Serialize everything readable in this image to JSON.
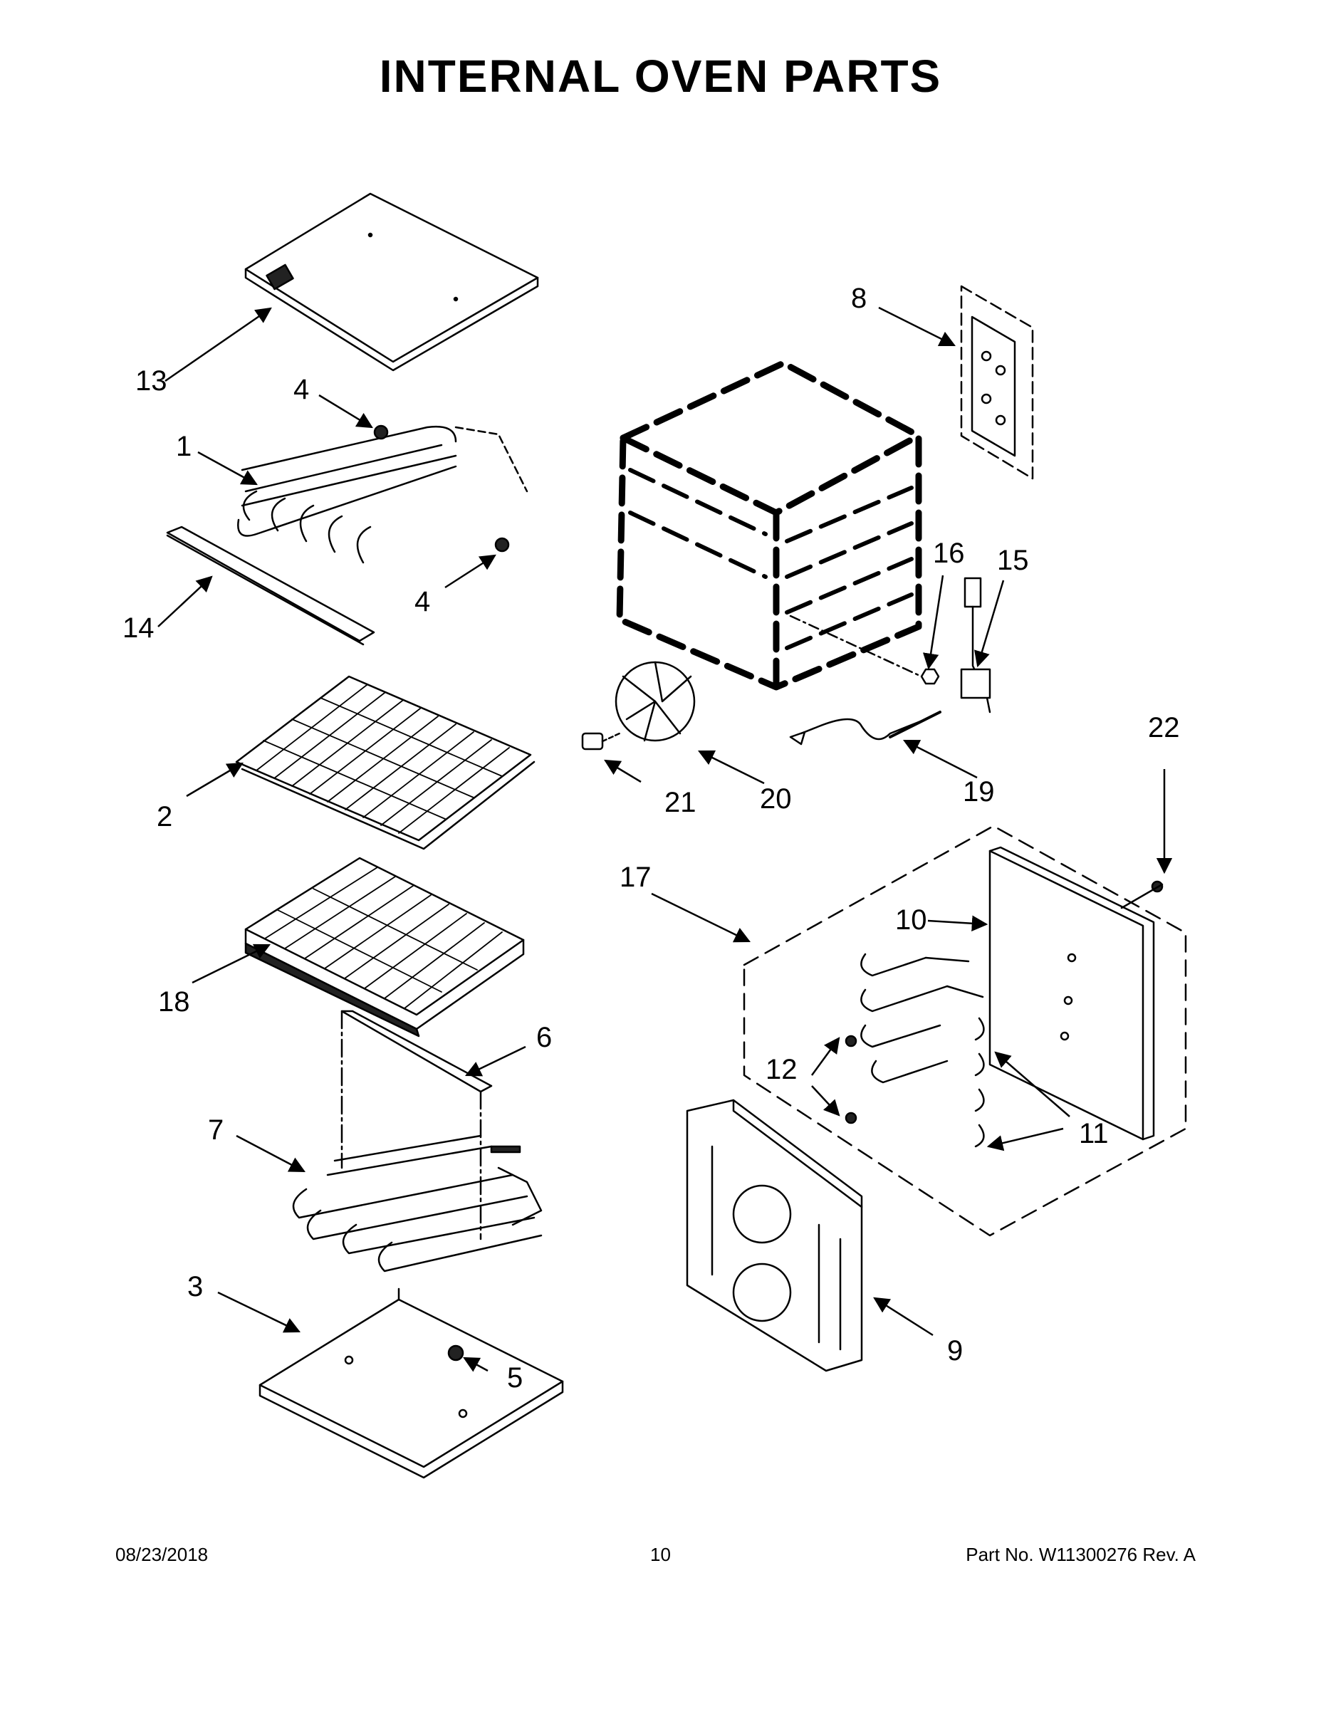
{
  "title": "INTERNAL OVEN PARTS",
  "footer": {
    "date": "08/23/2018",
    "page": "10",
    "part_no": "Part No.  W11300276  Rev.  A"
  },
  "callouts": [
    "1",
    "2",
    "3",
    "4",
    "4",
    "5",
    "6",
    "7",
    "8",
    "9",
    "10",
    "11",
    "11",
    "12",
    "12",
    "13",
    "14",
    "15",
    "16",
    "17",
    "18",
    "19",
    "20",
    "21",
    "22"
  ]
}
